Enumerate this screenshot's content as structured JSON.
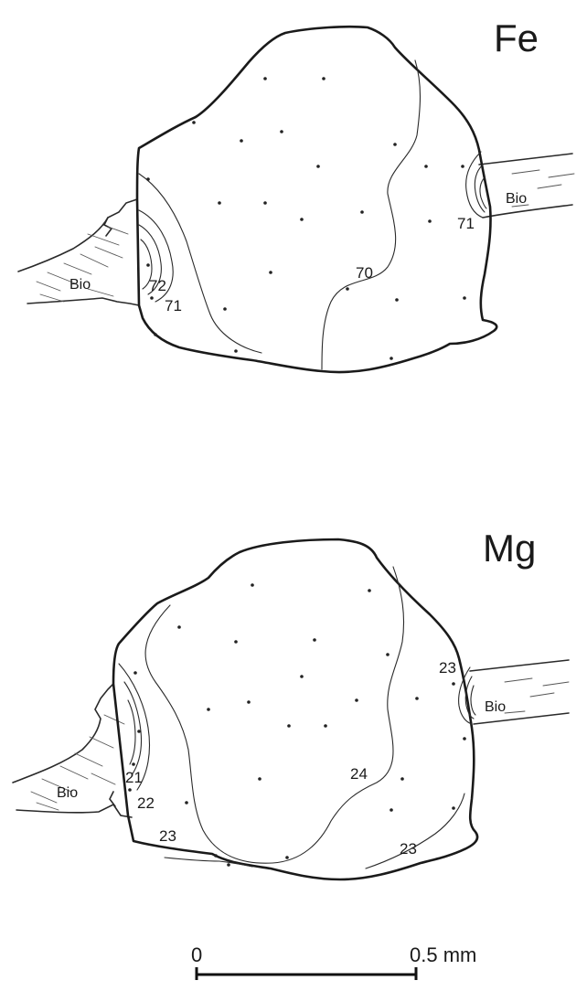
{
  "panels": [
    {
      "element": "Fe",
      "biotite_labels": [
        "Bio",
        "Bio"
      ],
      "contour_labels": [
        "70",
        "71",
        "71",
        "72"
      ]
    },
    {
      "element": "Mg",
      "biotite_labels": [
        "Bio",
        "Bio"
      ],
      "contour_labels": [
        "21",
        "22",
        "23",
        "23",
        "23",
        "24"
      ]
    }
  ],
  "scale_bar": {
    "start_label": "0",
    "end_label": "0.5 mm"
  }
}
